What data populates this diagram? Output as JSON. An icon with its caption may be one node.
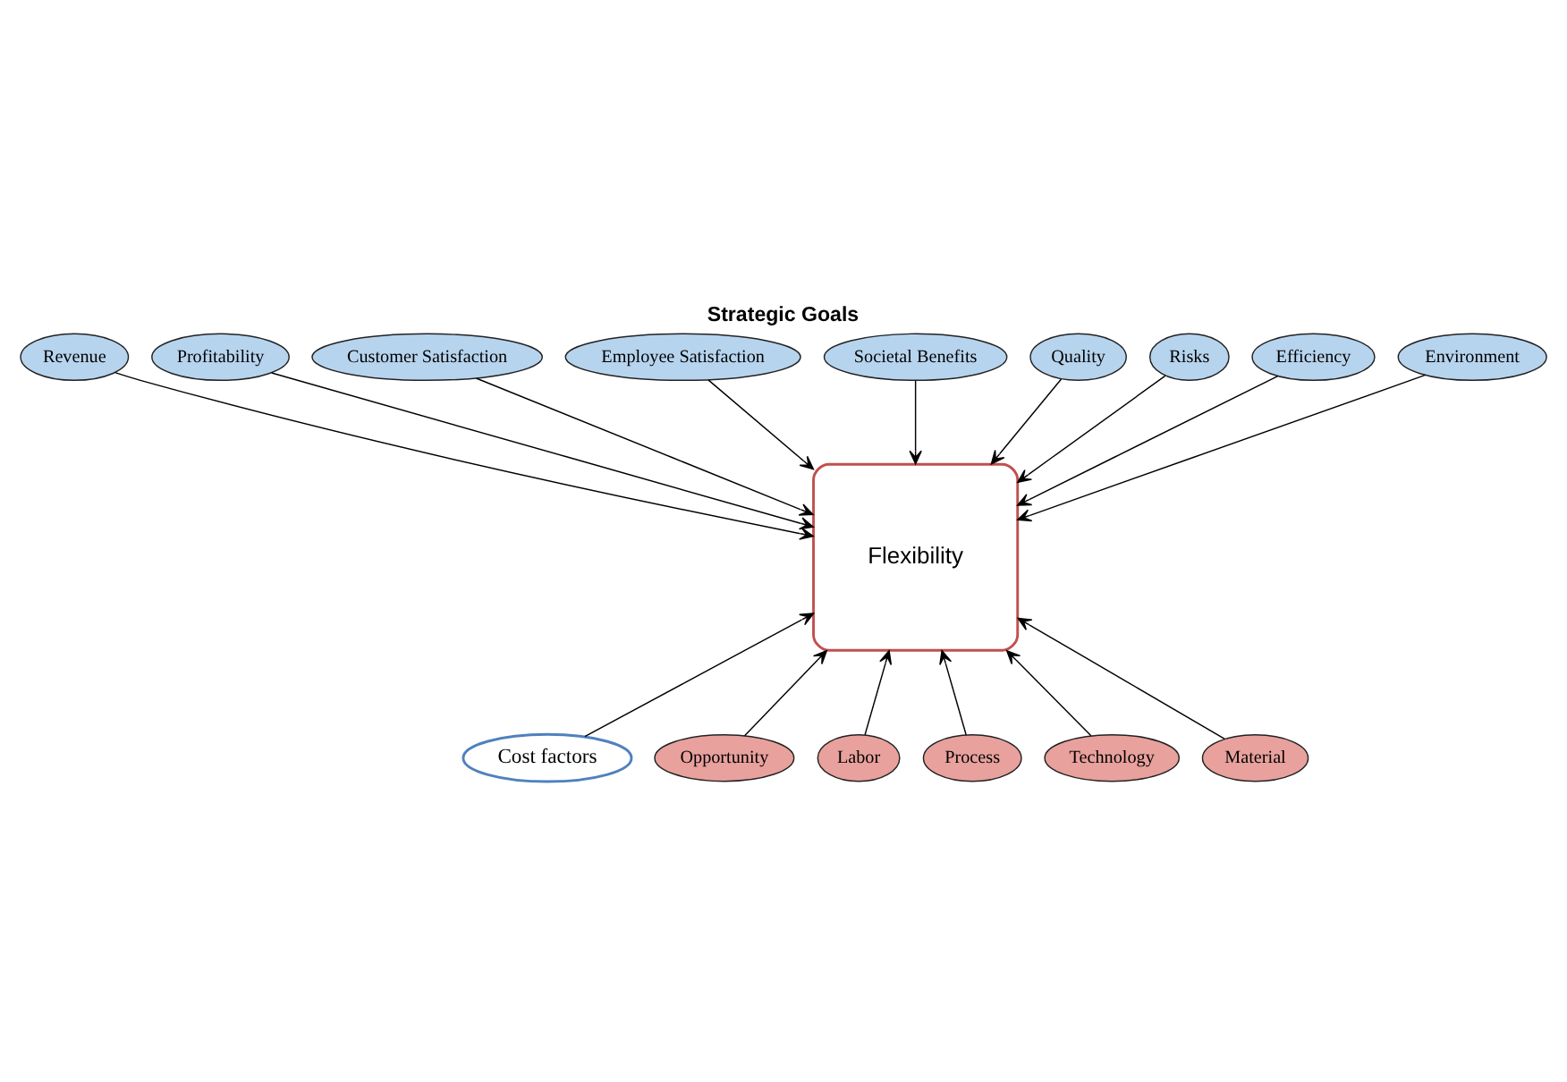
{
  "diagram": {
    "title": "Strategic Goals",
    "nodes": [
      {
        "text": [
          "Flexibility"
        ]
      },
      {
        "text": [
          "Revenue"
        ]
      },
      {
        "text": [
          "Profitability"
        ]
      },
      {
        "text": [
          "Customer Satisfaction"
        ]
      },
      {
        "text": [
          "Employee Satisfaction"
        ]
      },
      {
        "text": [
          "Societal Benefits"
        ]
      },
      {
        "text": [
          "Quality"
        ]
      },
      {
        "text": [
          "Risks"
        ]
      },
      {
        "text": [
          "Efficiency"
        ]
      },
      {
        "text": [
          "Environment"
        ]
      },
      {
        "text": [
          "Cost factors"
        ]
      },
      {
        "text": [
          "Opportunity"
        ]
      },
      {
        "text": [
          "Labor"
        ]
      },
      {
        "text": [
          "Process"
        ]
      },
      {
        "text": [
          "Technology"
        ]
      },
      {
        "text": [
          "Material"
        ]
      }
    ],
    "edges": [
      {
        "from": 1,
        "to": 0,
        "arrow": "to"
      },
      {
        "from": 2,
        "to": 0,
        "arrow": "to"
      },
      {
        "from": 3,
        "to": 0,
        "arrow": "to"
      },
      {
        "from": 4,
        "to": 0,
        "arrow": "to"
      },
      {
        "from": 5,
        "to": 0,
        "arrow": "to"
      },
      {
        "from": 6,
        "to": 0,
        "arrow": "to"
      },
      {
        "from": 7,
        "to": 0,
        "arrow": "to"
      },
      {
        "from": 8,
        "to": 0,
        "arrow": "to"
      },
      {
        "from": 9,
        "to": 0,
        "arrow": "to"
      },
      {
        "from": 10,
        "to": 0,
        "arrow": "to"
      },
      {
        "from": 11,
        "to": 0,
        "arrow": "to"
      },
      {
        "from": 12,
        "to": 0,
        "arrow": "to"
      },
      {
        "from": 13,
        "to": 0,
        "arrow": "to"
      },
      {
        "from": 14,
        "to": 0,
        "arrow": "to"
      },
      {
        "from": 15,
        "to": 0,
        "arrow": "to"
      }
    ]
  }
}
